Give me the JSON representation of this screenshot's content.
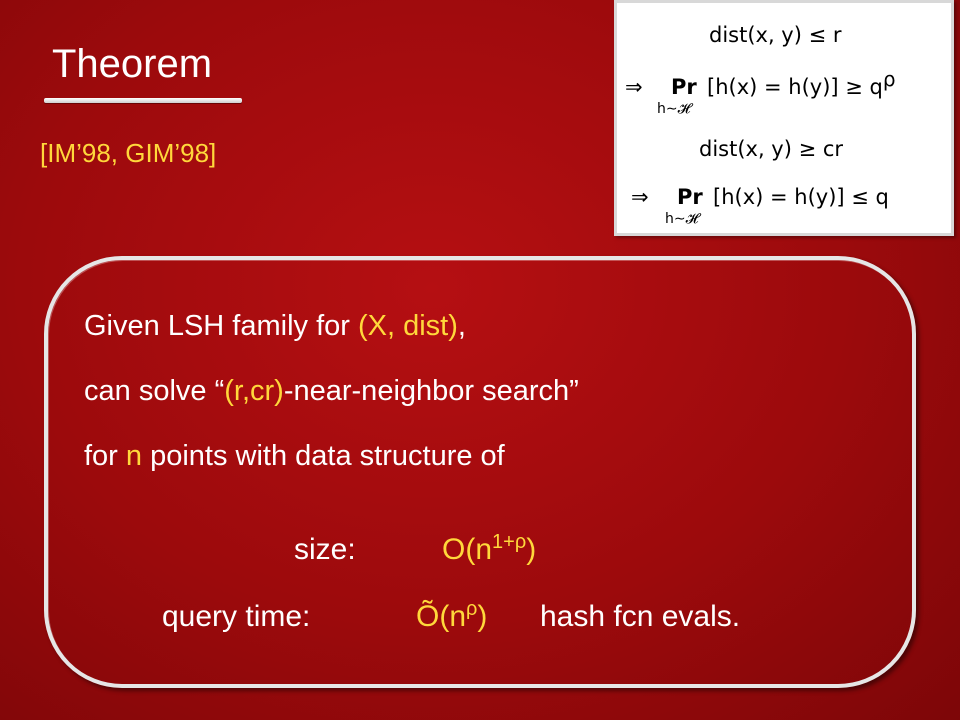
{
  "slide": {
    "title": "Theorem",
    "citation": "[IM’98, GIM’98]",
    "definition_box": {
      "cond1": "dist(x, y) ≤ r",
      "implies1_arrow": "⇒",
      "implies1_pr": "Pr",
      "implies1_expr": "[h(x) = h(y)] ≥ q",
      "implies1_exp": "ρ",
      "implies1_sub": "h∼𝓗",
      "cond2": "dist(x, y) ≥ cr",
      "implies2_arrow": "⇒",
      "implies2_pr": "Pr",
      "implies2_expr": "[h(x) = h(y)] ≤ q",
      "implies2_sub": "h∼𝓗"
    },
    "statement": {
      "line1_a": "Given LSH family for ",
      "line1_b": "(X, dist)",
      "line1_c": ",",
      "line2_a": "can solve “",
      "line2_b": "(r,cr)",
      "line2_c": "-near-neighbor search”",
      "line3_a": "for ",
      "line3_b": "n",
      "line3_c": " points with data structure of"
    },
    "params": {
      "size_label": "size:",
      "size_value": "O(n",
      "size_exp": "1+ρ",
      "size_close": ")",
      "query_label": "query time:",
      "query_value": "Õ(n",
      "query_exp": "ρ",
      "query_close": ")",
      "query_suffix": "hash fcn evals."
    },
    "colors": {
      "background": "#9c0a0c",
      "highlight": "#ffd83b",
      "text": "#ffffff"
    }
  }
}
